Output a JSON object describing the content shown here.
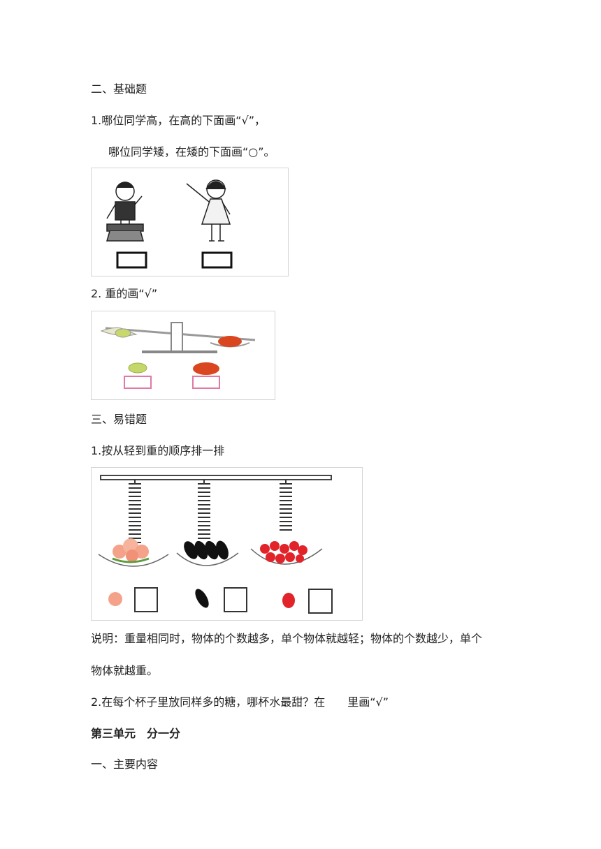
{
  "section_basic": "二、基础题",
  "q1_line1": "1.哪位同学高，在高的下面画“√”，",
  "q1_line2": "哪位同学矮，在矮的下面画“○”。",
  "q2": "2. 重的画“√”",
  "section_error": "三、易错题",
  "q3": "1.按从轻到重的顺序排一排",
  "explain_line1": "说明：重量相同时，物体的个数越多，单个物体就越轻；物体的个数越少，单个",
  "explain_line2": "物体就越重。",
  "q4": "2.在每个杯子里放同样多的糖，哪杯水最甜？在　　里画“√”",
  "unit_title": "第三单元　分一分",
  "section_main": "一、主要内容"
}
